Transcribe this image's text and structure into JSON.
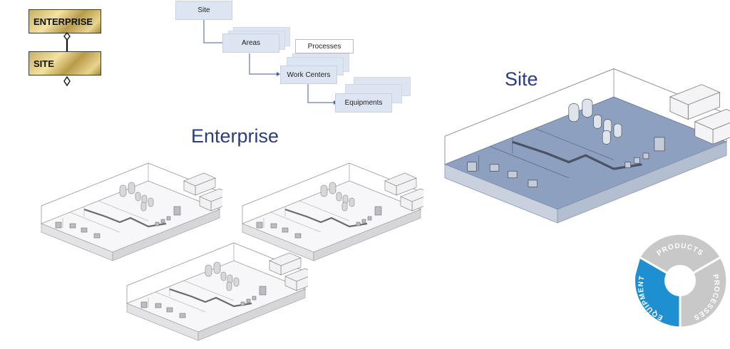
{
  "hierarchy_legend": {
    "top_label": "ENTERPRISE",
    "bottom_label": "SITE"
  },
  "flow": {
    "site": "Site",
    "areas": "Areas",
    "processes": "Processes",
    "work_centers": "Work Centers",
    "equipments": "Equipments"
  },
  "enterprise_title": "Enterprise",
  "site_title": "Site",
  "wheel": {
    "segments": [
      "PRODUCTS",
      "PROCESSES",
      "EQUIPMENT"
    ],
    "highlighted": "EQUIPMENT",
    "colors": {
      "highlight": "#1e8fd0",
      "default": "#c8c8c8"
    }
  },
  "colors": {
    "title": "#2b3d7e",
    "box_fill": "#dde5f2",
    "site_floor": "#8ea0bf",
    "gold": "#d4bd72"
  }
}
